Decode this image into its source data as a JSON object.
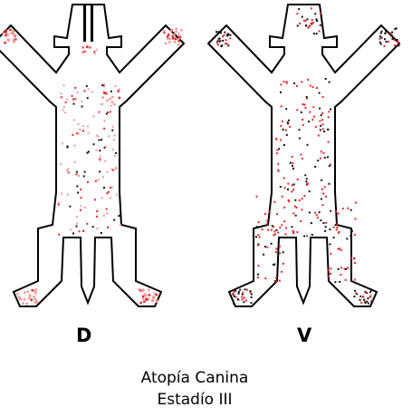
{
  "views": {
    "dorsal": {
      "label": "D"
    },
    "ventral": {
      "label": "V"
    }
  },
  "caption": {
    "line1": "Atopía Canina",
    "line2": "Estadío III"
  },
  "colors": {
    "outline": "#000000",
    "lesion_red": "#e8262b",
    "lesion_pink": "#f09a9a",
    "lesion_black": "#111111"
  }
}
